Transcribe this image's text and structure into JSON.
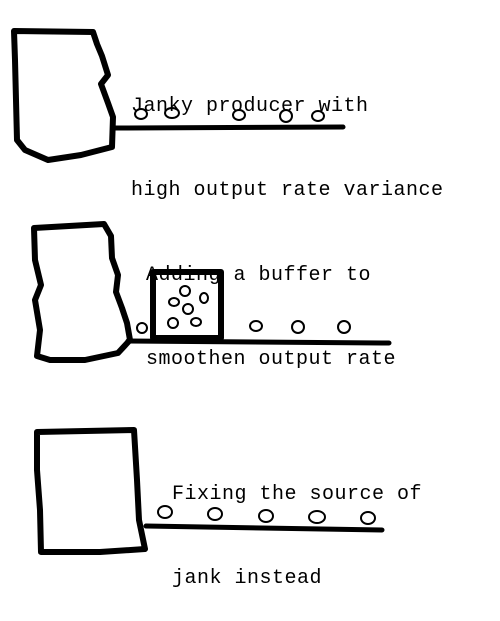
{
  "panels": [
    {
      "caption_lines": [
        "Janky producer with",
        "high output rate variance"
      ]
    },
    {
      "caption_lines": [
        "Adding a buffer to",
        "smoothen output rate"
      ]
    },
    {
      "caption_lines": [
        "Fixing the source of",
        "jank instead"
      ]
    }
  ],
  "colors": {
    "ink": "#000000",
    "background": "#ffffff"
  }
}
